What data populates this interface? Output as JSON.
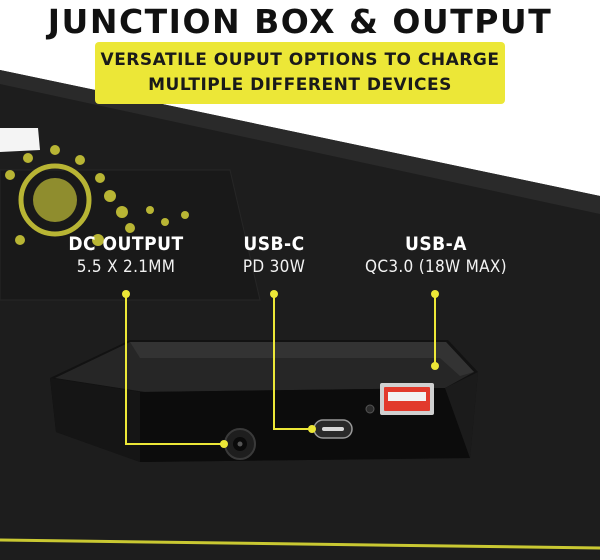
{
  "header": {
    "title": "JUNCTION BOX & OUTPUT PORTS",
    "banner_line1": "VERSATILE OUPUT OPTIONS TO CHARGE",
    "banner_line2": "MULTIPLE DIFFERENT DEVICES"
  },
  "ports": [
    {
      "name": "DC OUTPUT",
      "spec": "5.5 X 2.1MM"
    },
    {
      "name": "USB-C",
      "spec": "PD 30W"
    },
    {
      "name": "USB-A",
      "spec": "QC3.0 (18W MAX)"
    }
  ],
  "colors": {
    "accent": "#ece737",
    "panel": "#1c1c1c",
    "usb_a_port": "#e23a2c"
  }
}
